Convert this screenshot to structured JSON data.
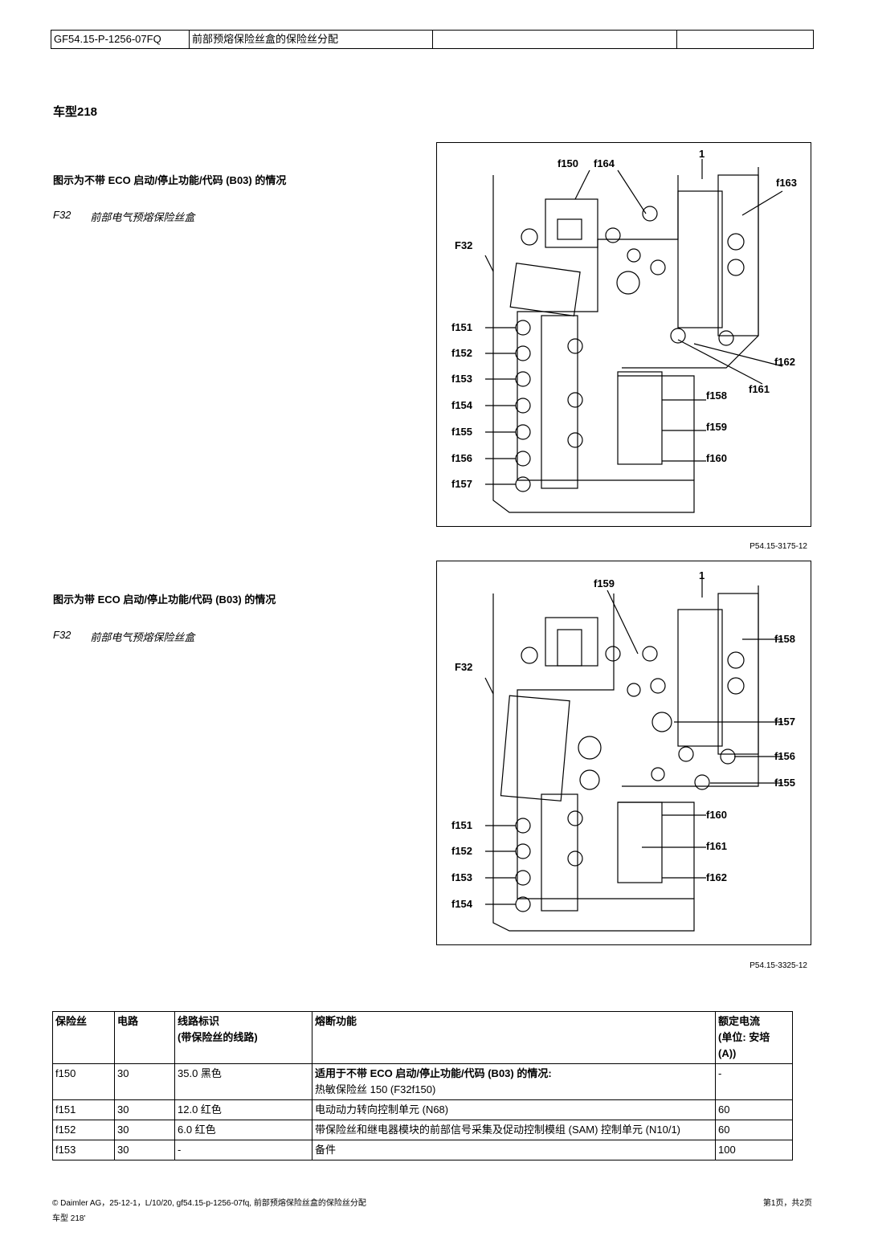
{
  "header": {
    "doc_id": "GF54.15-P-1256-07FQ",
    "title": "前部预熔保险丝盒的保险丝分配",
    "cell3": "",
    "cell4": ""
  },
  "model_heading": "车型218",
  "section1": {
    "caption": "图示为不带 ECO 启动/停止功能/代码 (B03) 的情况",
    "legend_code": "F32",
    "legend_text": "前部电气预熔保险丝盒",
    "figure_ref": "P54.15-3175-12",
    "labels": [
      "f150",
      "f164",
      "1",
      "f163",
      "F32",
      "f151",
      "f152",
      "f153",
      "f154",
      "f155",
      "f156",
      "f157",
      "f162",
      "f161",
      "f158",
      "f159",
      "f160"
    ]
  },
  "section2": {
    "caption": "图示为带 ECO 启动/停止功能/代码 (B03) 的情况",
    "legend_code": "F32",
    "legend_text": "前部电气预熔保险丝盒",
    "figure_ref": "P54.15-3325-12",
    "labels": [
      "f159",
      "1",
      "f158",
      "F32",
      "f157",
      "f156",
      "f155",
      "f160",
      "f161",
      "f162",
      "f151",
      "f152",
      "f153",
      "f154"
    ]
  },
  "table": {
    "headers": [
      "保险丝",
      "电路",
      "线路标识\n(带保险丝的线路)",
      "熔断功能",
      "额定电流\n(单位: 安培\n(A))"
    ],
    "rows": [
      {
        "fuse": "f150",
        "circuit": "30",
        "wire": "35.0 黑色",
        "function_bold": "适用于不带 ECO 启动/停止功能/代码 (B03) 的情况:",
        "function": "热敏保险丝 150 (F32f150)",
        "rating": "-"
      },
      {
        "fuse": "f151",
        "circuit": "30",
        "wire": "12.0 红色",
        "function_bold": "",
        "function": "电动动力转向控制单元 (N68)",
        "rating": "60"
      },
      {
        "fuse": "f152",
        "circuit": "30",
        "wire": "6.0 红色",
        "function_bold": "",
        "function": " 带保险丝和继电器模块的前部信号采集及促动控制模组 (SAM) 控制单元 (N10/1)",
        "rating": "60"
      },
      {
        "fuse": "f153",
        "circuit": "30",
        "wire": "-",
        "function_bold": "",
        "function": " 备件",
        "rating": "100"
      }
    ]
  },
  "footer": {
    "left": "© Daimler AG，25-12-1，L/10/20, gf54.15-p-1256-07fq, 前部预熔保险丝盒的保险丝分配",
    "model": "车型 218'",
    "page": "第1页，共2页"
  }
}
